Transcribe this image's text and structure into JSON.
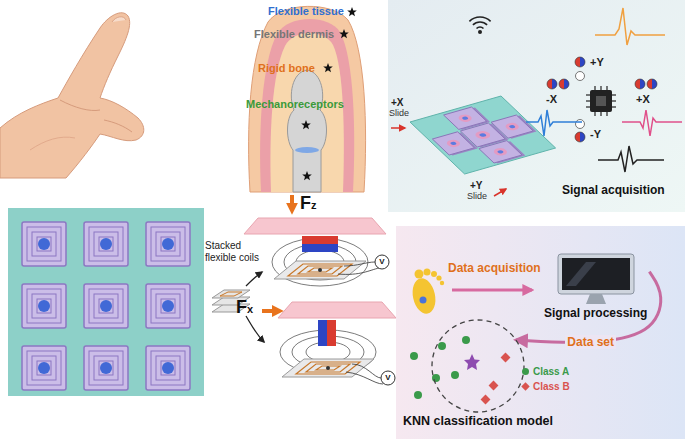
{
  "diagram": {
    "nodes": [
      {
        "text": [
          "Signal processing"
        ]
      },
      {
        "text": [
          "KNN classification model"
        ]
      }
    ],
    "edges": [
      {
        "from": 0,
        "to": 1,
        "arrow": "to",
        "label": "Data set"
      }
    ],
    "labels": [
      "Flexible tissue",
      "Flexible dermis",
      "Rigid bone",
      "Mechanoreceptors",
      "+X",
      "Slide",
      "+Y",
      "Slide",
      "+Y",
      "-X",
      "+X",
      "-Y",
      "Signal acquisition",
      "Fz",
      "V",
      "Stacked flexible coils",
      "Fx",
      "V",
      "Data acquisition"
    ],
    "legend": [
      {
        "text": "Class A",
        "color": "#3a9a4a"
      },
      {
        "text": "Class B",
        "color": "#d9534f"
      }
    ]
  }
}
